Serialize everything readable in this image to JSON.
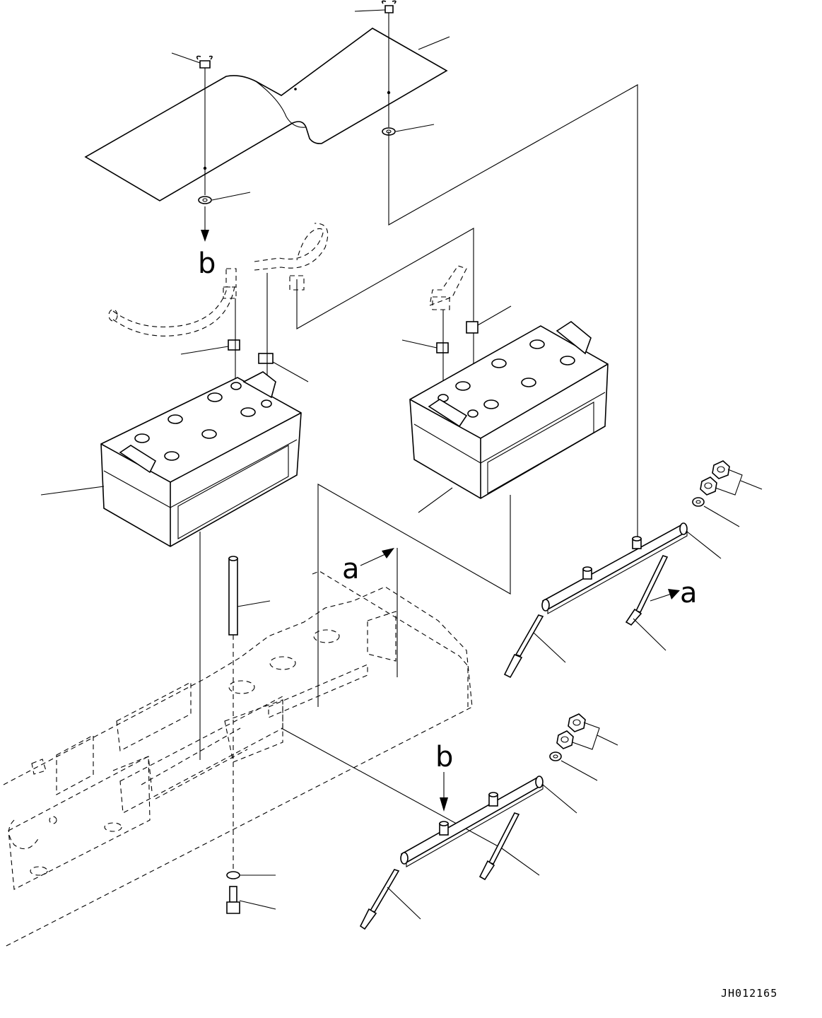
{
  "diagram": {
    "type": "exploded parts diagram",
    "view_labels": {
      "a_upper": "a",
      "a_lower": "a",
      "b_upper": "b",
      "b_lower": "b"
    },
    "drawing_code": "JH012165",
    "parts": [
      "cover-plate",
      "wing-bolt-left",
      "wing-bolt-right",
      "washer-left",
      "washer-right",
      "battery-left",
      "battery-right",
      "battery-cable-left",
      "battery-cable-right",
      "terminal-clamp",
      "stud-rod",
      "hold-down-bracket-upper",
      "hold-down-bracket-lower",
      "hook-bolt",
      "nut",
      "washer",
      "bolt",
      "frame"
    ]
  }
}
